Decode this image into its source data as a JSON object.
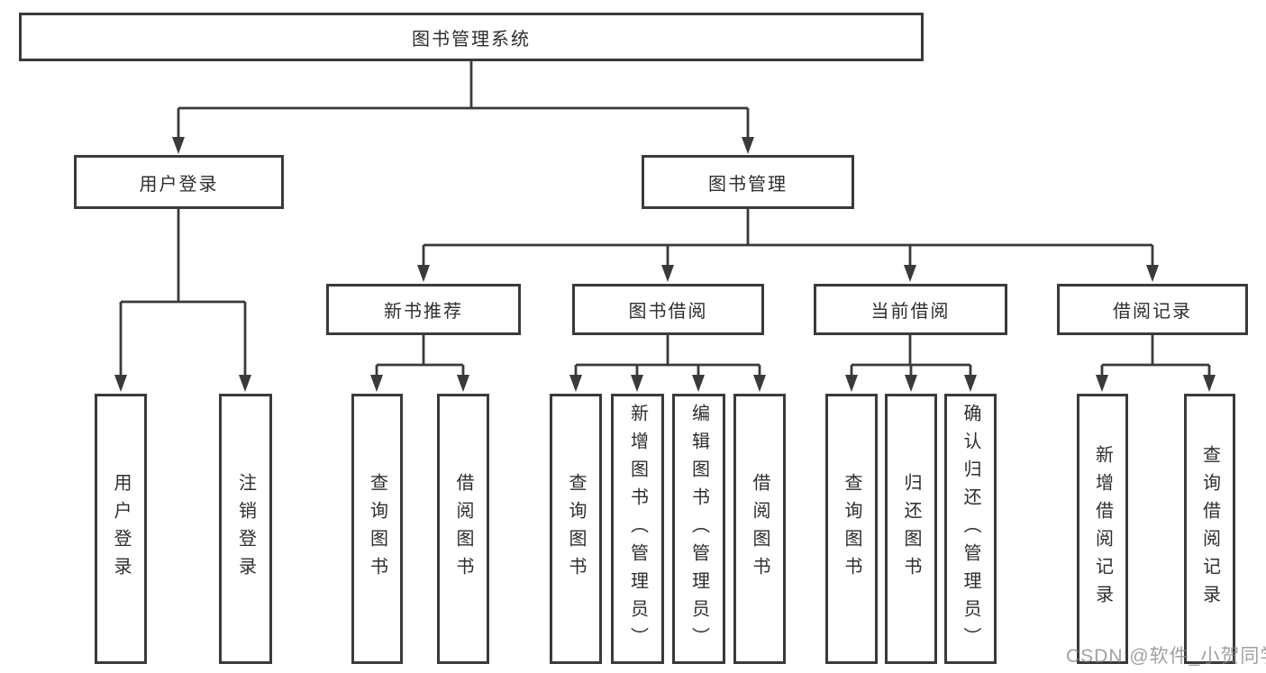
{
  "diagram": {
    "root": {
      "label": "图书管理系统"
    },
    "level2": [
      {
        "label": "用户登录"
      },
      {
        "label": "图书管理"
      }
    ],
    "level3": [
      {
        "label": "新书推荐"
      },
      {
        "label": "图书借阅"
      },
      {
        "label": "当前借阅"
      },
      {
        "label": "借阅记录"
      }
    ],
    "leaves": {
      "user_login": [
        {
          "label": "用户登录"
        },
        {
          "label": "注销登录"
        }
      ],
      "new_book_recommend": [
        {
          "label": "查询图书"
        },
        {
          "label": "借阅图书"
        }
      ],
      "book_borrow": [
        {
          "label": "查询图书"
        },
        {
          "label": "新增图书（管理员）"
        },
        {
          "label": "编辑图书（管理员）"
        },
        {
          "label": "借阅图书"
        }
      ],
      "current_borrow": [
        {
          "label": "查询图书"
        },
        {
          "label": "归还图书"
        },
        {
          "label": "确认归还（管理员）"
        }
      ],
      "borrow_record": [
        {
          "label": "新增借阅记录"
        },
        {
          "label": "查询借阅记录"
        }
      ]
    },
    "watermark": "CSDN @软件_小贺同学",
    "colors": {
      "line": "#3a3a3a",
      "text": "#2e2e2e",
      "background": "#ffffff",
      "watermark": "#9e9e9e"
    }
  }
}
